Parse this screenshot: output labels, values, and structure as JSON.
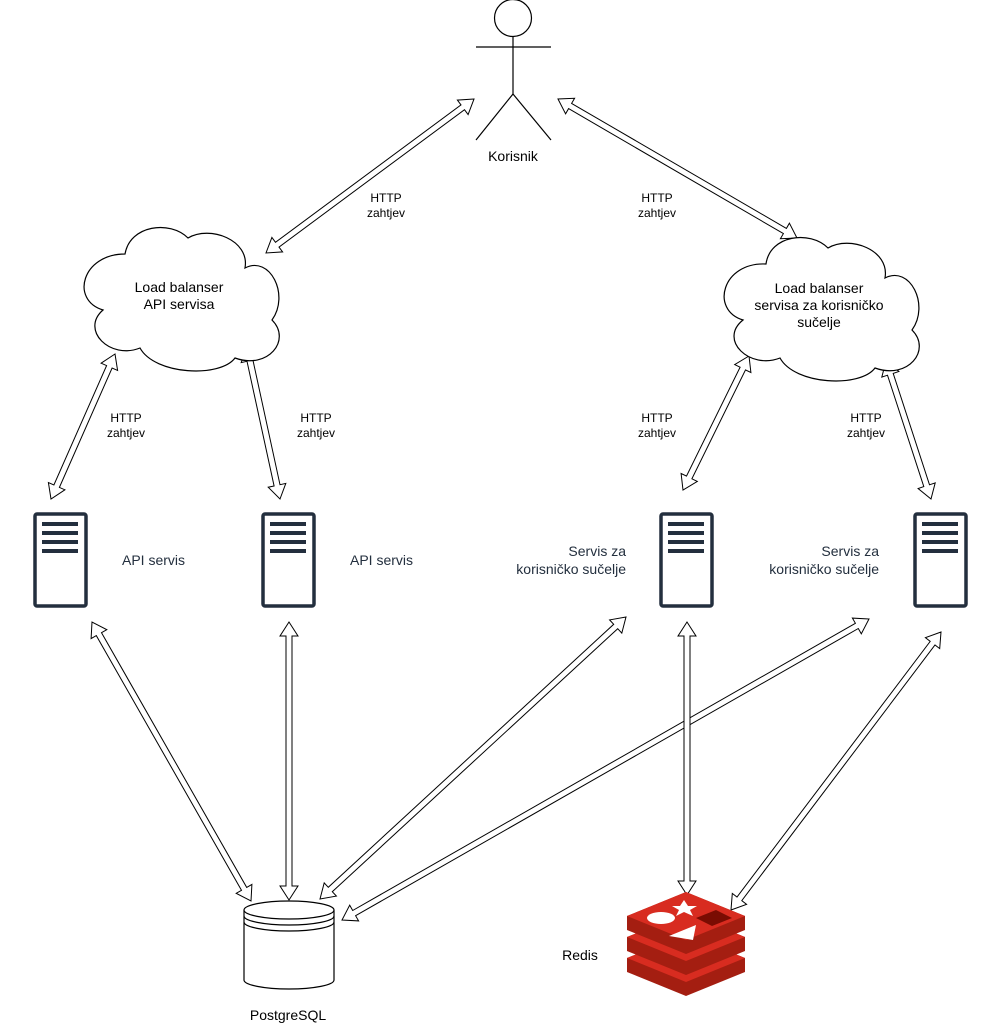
{
  "actor": {
    "label": "Korisnik"
  },
  "edge_labels": {
    "user_to_api_lb": [
      "HTTP",
      "zahtjev"
    ],
    "user_to_ui_lb": [
      "HTTP",
      "zahtjev"
    ],
    "api_lb_to_api1": [
      "HTTP",
      "zahtjev"
    ],
    "api_lb_to_api2": [
      "HTTP",
      "zahtjev"
    ],
    "ui_lb_to_ui1": [
      "HTTP",
      "zahtjev"
    ],
    "ui_lb_to_ui2": [
      "HTTP",
      "zahtjev"
    ]
  },
  "load_balancers": {
    "api": [
      "Load balanser",
      "API servisa"
    ],
    "ui": [
      "Load balanser",
      "servisa za korisničko",
      "sučelje"
    ]
  },
  "servers": {
    "api_1": [
      "API servis"
    ],
    "api_2": [
      "API servis"
    ],
    "ui_1": [
      "Servis za",
      "korisničko sučelje"
    ],
    "ui_2": [
      "Servis za",
      "korisničko sučelje"
    ]
  },
  "databases": {
    "postgres": "PostgreSQL",
    "redis": "Redis"
  },
  "colors": {
    "stroke": "#000000",
    "server": "#232f3e",
    "redis_dark": "#a41e11",
    "redis_mid": "#d82c20",
    "redis_light": "#ffffff"
  },
  "icons": {
    "actor": "stick-figure-icon",
    "cloud": "cloud-icon",
    "server": "server-rack-icon",
    "database": "database-cylinder-icon",
    "redis": "redis-logo-icon"
  }
}
